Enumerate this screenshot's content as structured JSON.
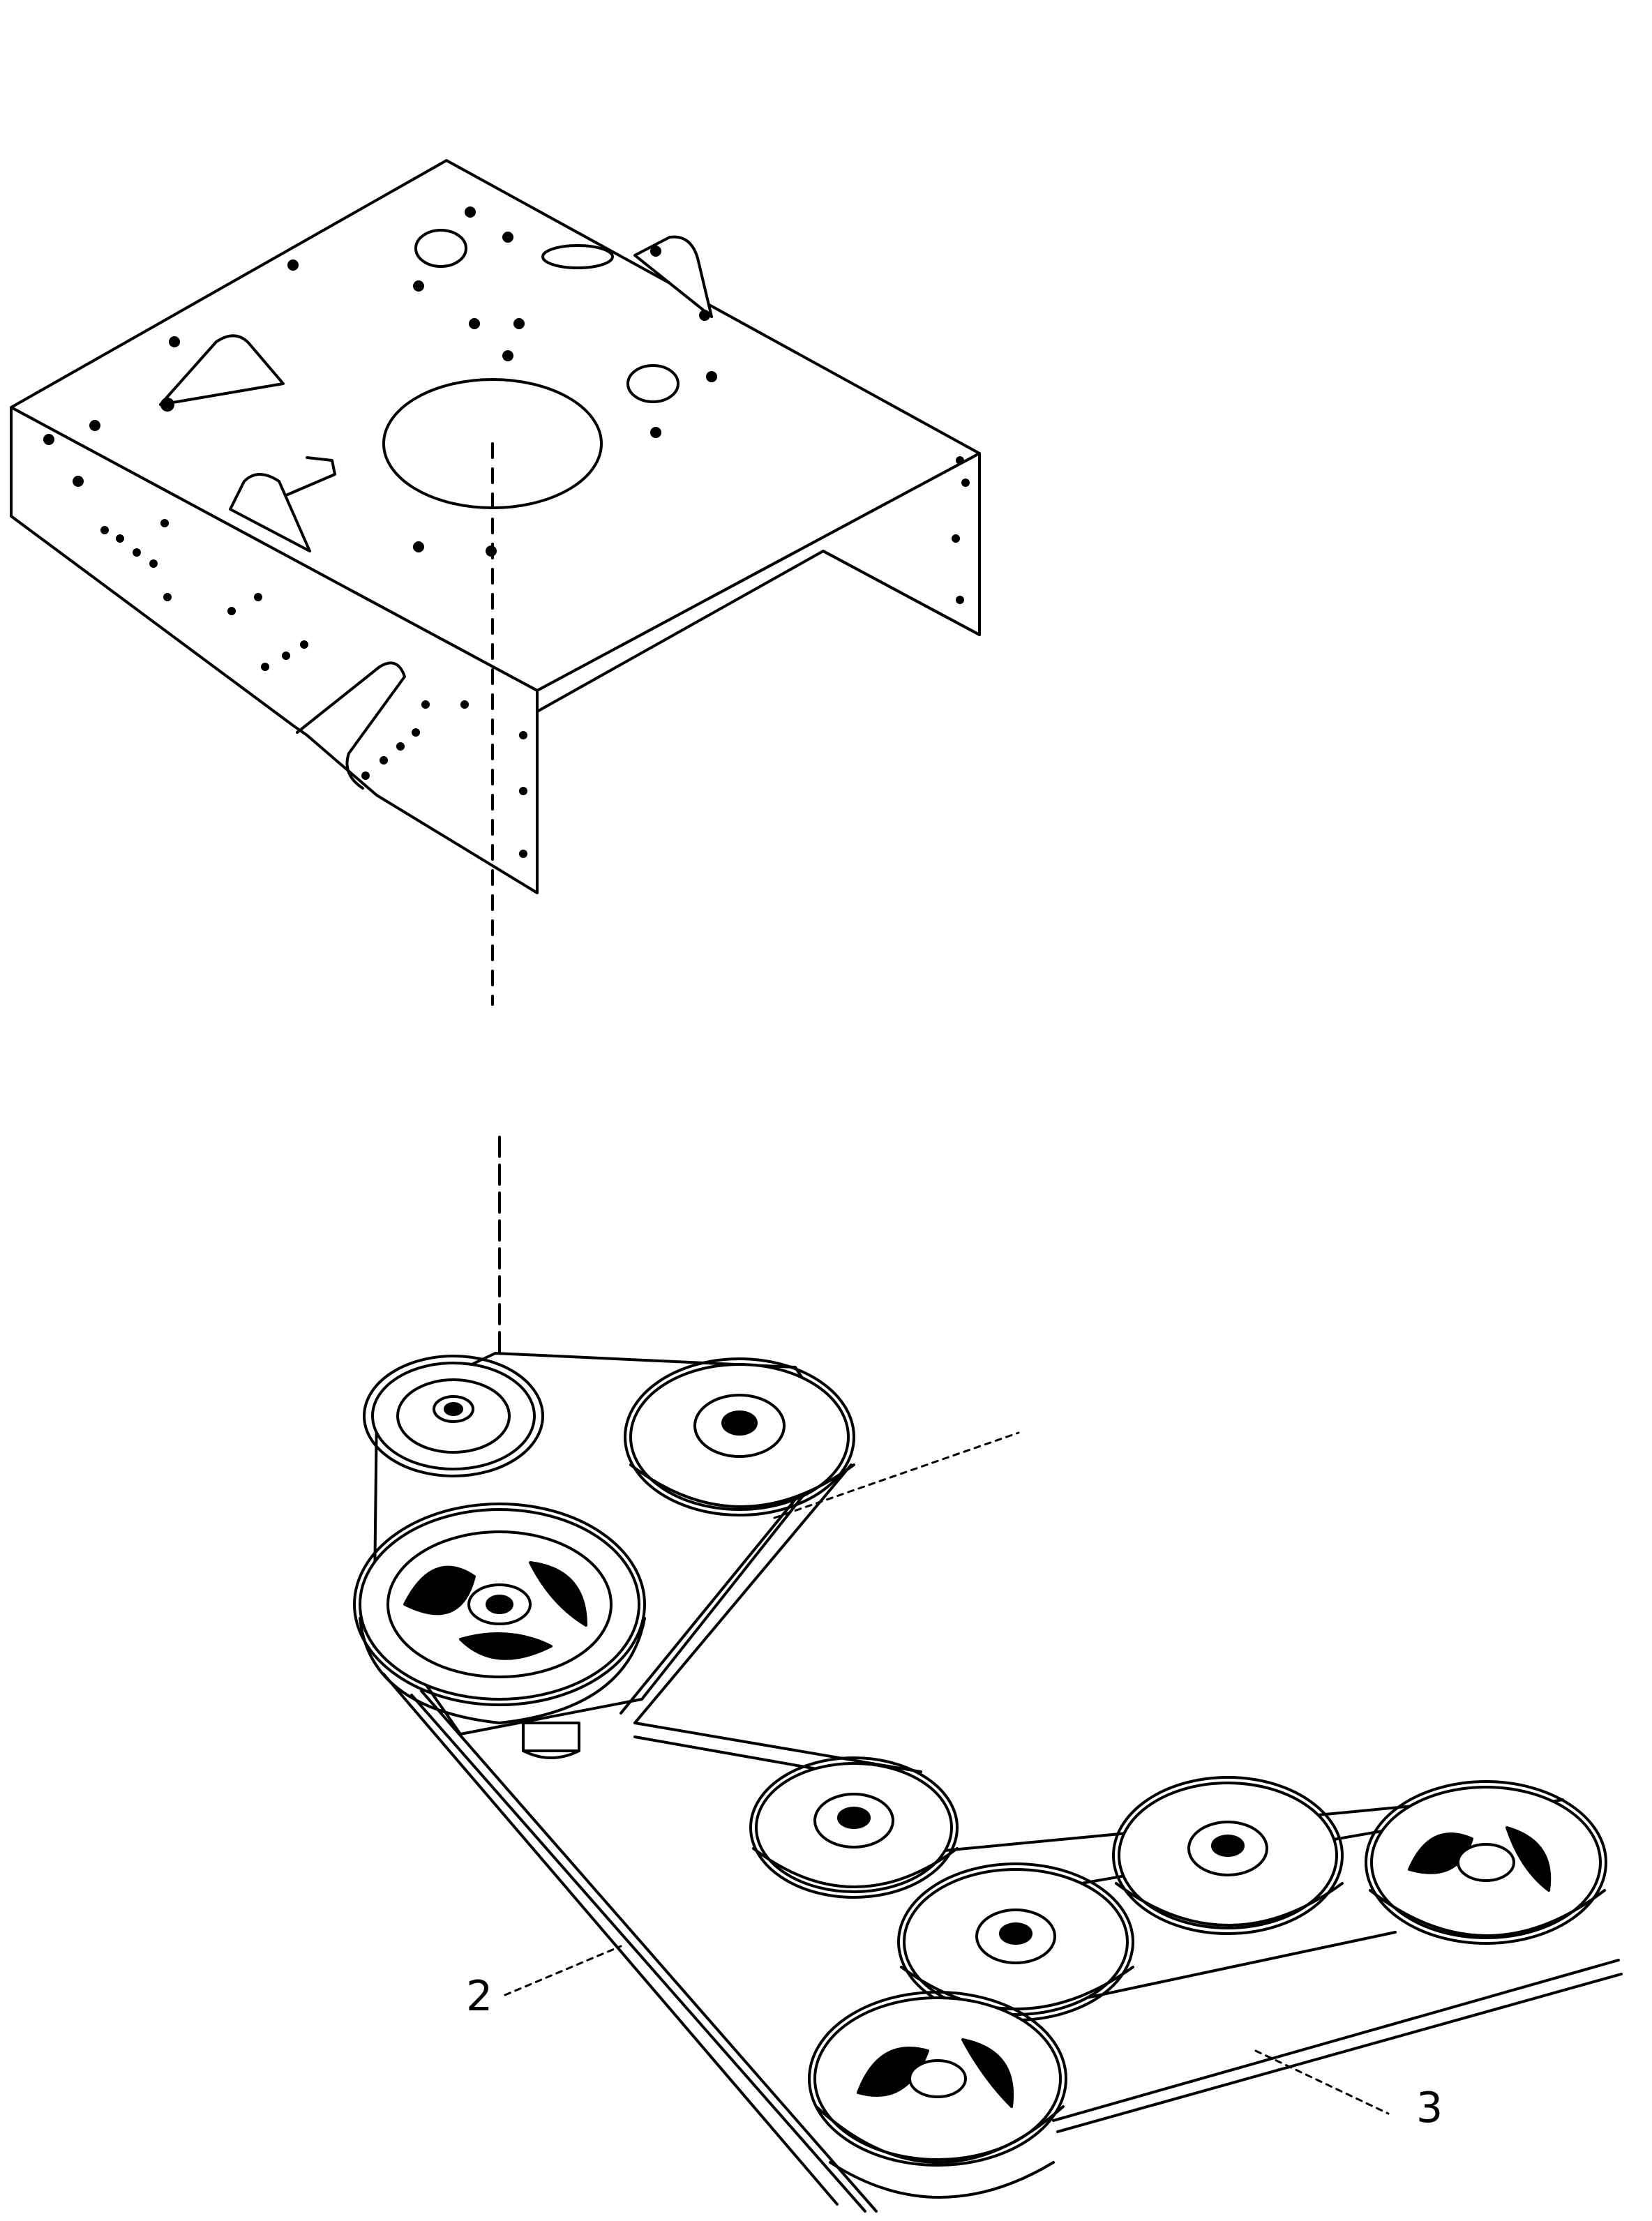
{
  "callouts": [
    {
      "id": "1",
      "text": ""
    },
    {
      "id": "2",
      "text": "2"
    },
    {
      "id": "3",
      "text": "3"
    }
  ],
  "colors": {
    "line": "#000000",
    "background": "#ffffff"
  }
}
